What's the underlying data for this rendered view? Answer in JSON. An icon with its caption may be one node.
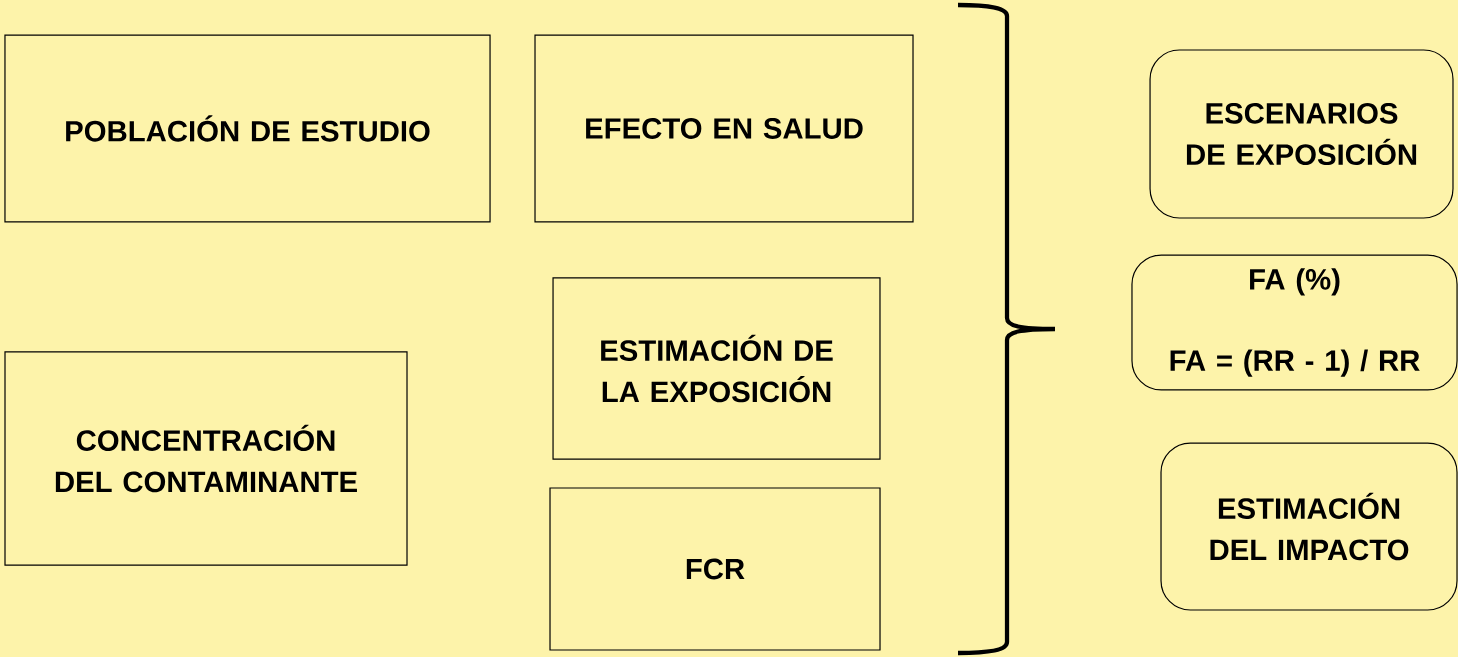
{
  "diagram": {
    "nodes": [
      {
        "text": [
          "POBLACIÓN DE ESTUDIO"
        ]
      },
      {
        "text": [
          "EFECTO EN SALUD"
        ]
      },
      {
        "text": [
          "CONCENTRACIÓN DEL CONTAMINANTE"
        ]
      },
      {
        "text": [
          "ESTIMACIÓN DE LA EXPOSICIÓN"
        ]
      },
      {
        "text": [
          "FCR"
        ]
      },
      {
        "text": [
          "ESCENARIOS DE EXPOSICIÓN"
        ]
      },
      {
        "text": [
          "FA (%)",
          "FA = (RR - 1) / RR"
        ]
      },
      {
        "text": [
          "ESTIMACIÓN DEL IMPACTO"
        ]
      }
    ]
  }
}
